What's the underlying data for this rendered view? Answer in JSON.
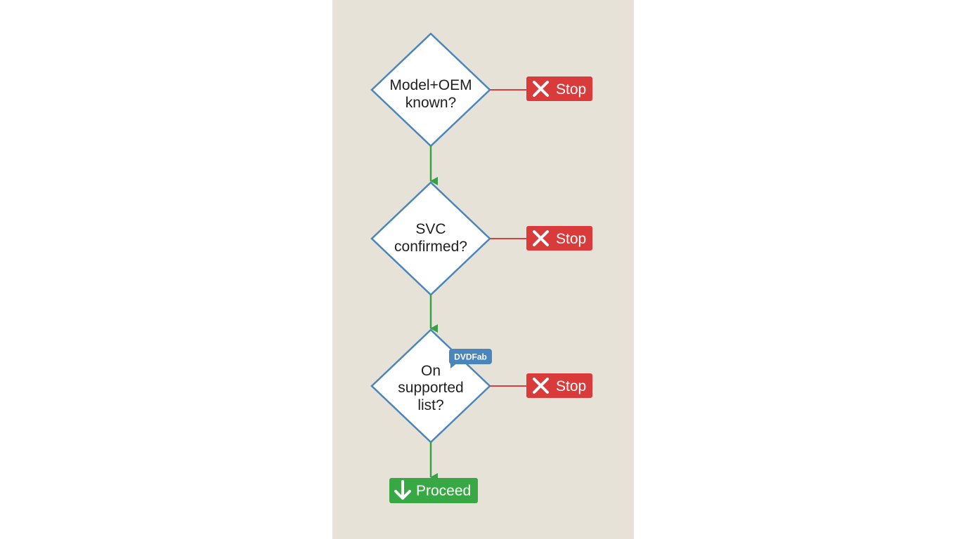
{
  "colors": {
    "panel_bg": "#e6e2d7",
    "diamond_stroke": "#4a86bb",
    "diamond_fill": "#ffffff",
    "yes_arrow": "#3aa047",
    "no_line": "#d84040",
    "stop_bg": "#d93a3a",
    "proceed_bg": "#38a845",
    "tag_bg": "#4a86bb"
  },
  "decisions": [
    {
      "lines": [
        "Model+OEM",
        "known?"
      ],
      "stop_label": "Stop"
    },
    {
      "lines": [
        "SVC",
        "confirmed?"
      ],
      "stop_label": "Stop"
    },
    {
      "lines": [
        "On",
        "supported",
        "list?"
      ],
      "stop_label": "Stop",
      "tag": "DVDFab"
    }
  ],
  "terminal": {
    "label": "Proceed"
  },
  "icons": {
    "stop": "x-icon",
    "proceed": "arrow-down-icon"
  }
}
